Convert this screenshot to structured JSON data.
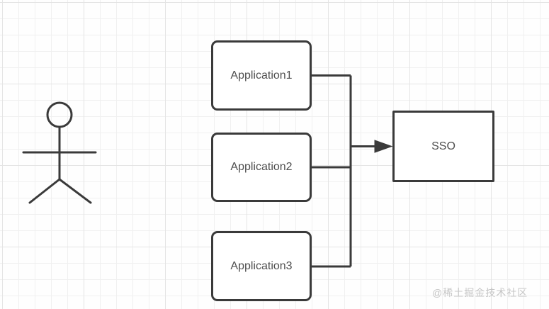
{
  "diagram": {
    "actor": {
      "type": "stick-figure-person"
    },
    "nodes": [
      {
        "id": "app1",
        "label": "Application1",
        "shape": "rounded-rectangle"
      },
      {
        "id": "app2",
        "label": "Application2",
        "shape": "rounded-rectangle"
      },
      {
        "id": "app3",
        "label": "Application3",
        "shape": "rounded-rectangle"
      },
      {
        "id": "sso",
        "label": "SSO",
        "shape": "rectangle"
      }
    ],
    "edges": [
      {
        "from": "app1",
        "to": "trunk",
        "arrow": false
      },
      {
        "from": "app2",
        "to": "trunk",
        "arrow": false
      },
      {
        "from": "app3",
        "to": "trunk",
        "arrow": false
      },
      {
        "from": "trunk",
        "to": "sso",
        "arrow": true
      }
    ],
    "colors": {
      "line": "#3a3a3a",
      "node_border": "#3a3a3a",
      "node_fill": "#ffffff",
      "text": "#4f4f4f",
      "grid_minor": "#f0f0f0",
      "grid_major": "#e4e4e4",
      "background": "#fefefe",
      "watermark": "#c6c6c6"
    }
  },
  "watermark": {
    "text": "@稀土掘金技术社区"
  }
}
